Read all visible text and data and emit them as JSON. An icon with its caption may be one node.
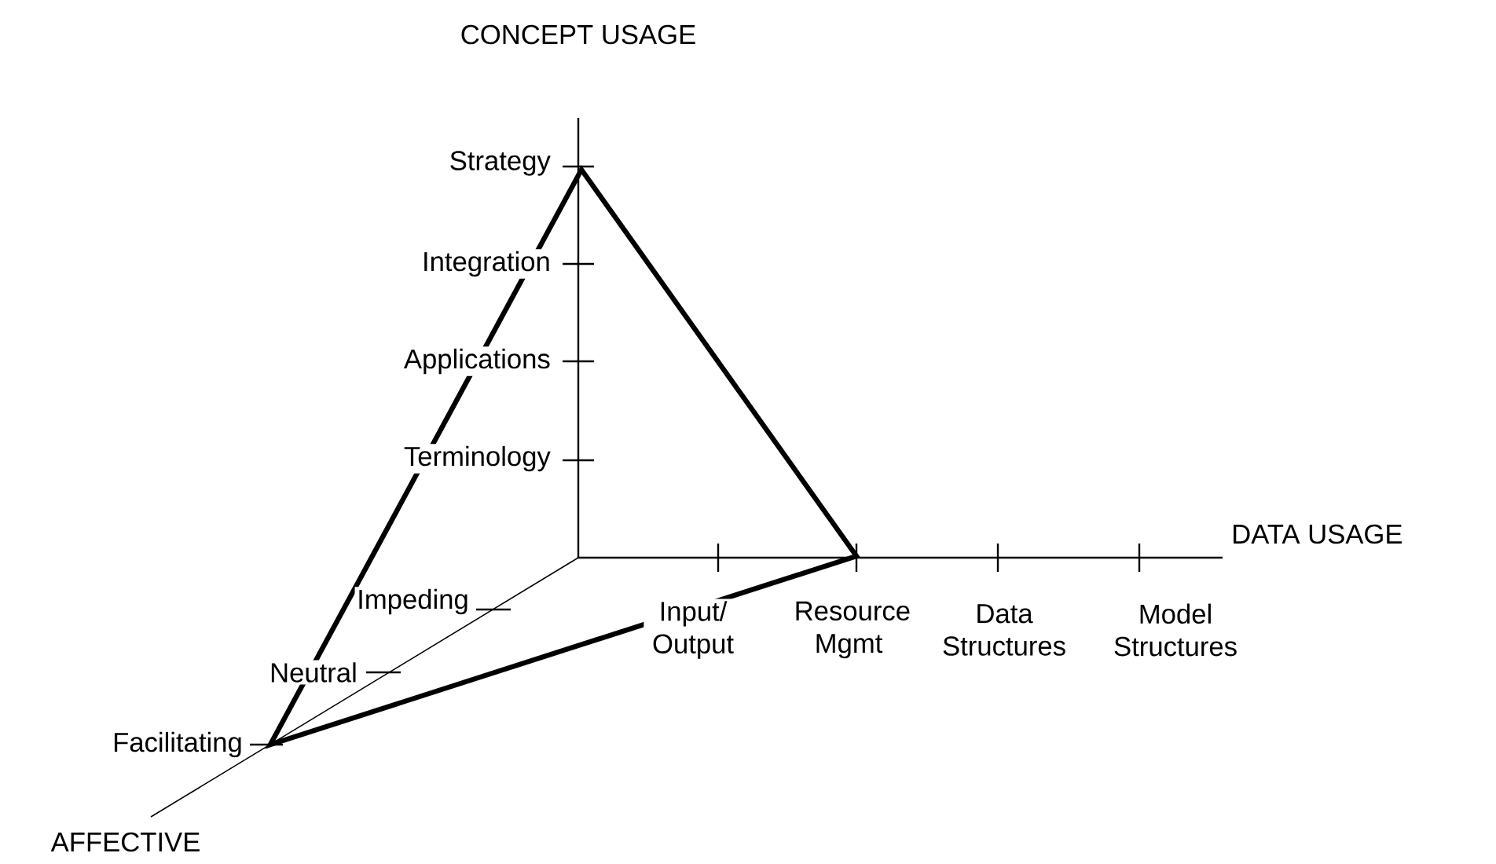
{
  "diagram": {
    "labels": [
      "CONCEPT USAGE",
      "Strategy",
      "Integration",
      "Applications",
      "Terminology",
      "DATA USAGE",
      "Impeding",
      "Input/ Output",
      "Resource Mgmt",
      "Data Structures",
      "Model Structures",
      "Neutral",
      "Facilitating",
      "AFFECTIVE"
    ]
  }
}
